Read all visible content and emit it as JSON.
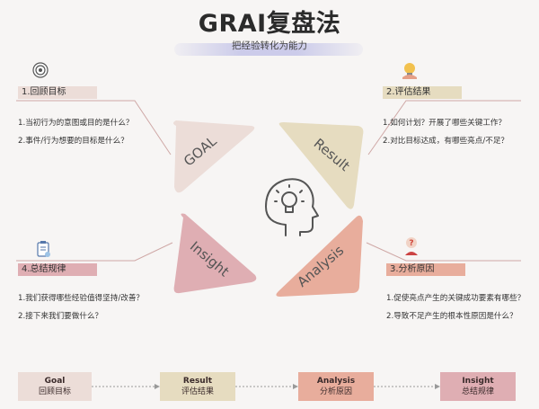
{
  "title": "GRAI复盘法",
  "subtitle": "把经验转化为能力",
  "sections": [
    {
      "label": "1.回顾目标",
      "tri": "GOAL",
      "questions": [
        "1.当初行为的意图或目的是什么？",
        "2.事件/行为想要的目标是什么？"
      ]
    },
    {
      "label": "2.评估结果",
      "tri": "Result",
      "questions": [
        "1.如何计划？开展了哪些关键工作？",
        "2.对比目标达成，有哪些亮点/不足？"
      ]
    },
    {
      "label": "3.分析原因",
      "tri": "Analysis",
      "questions": [
        "1.促使亮点产生的关键成功要素有哪些？",
        "2.导致不足产生的根本性原因是什么？"
      ]
    },
    {
      "label": "4.总结规律",
      "tri": "Insight",
      "questions": [
        "1.我们获得哪些经验值得坚持/改善？",
        "2.接下来我们要做什么？"
      ]
    }
  ],
  "flow": [
    {
      "en": "Goal",
      "zh": "回顾目标"
    },
    {
      "en": "Result",
      "zh": "评估结果"
    },
    {
      "en": "Analysis",
      "zh": "分析原因"
    },
    {
      "en": "Insight",
      "zh": "总结规律"
    }
  ],
  "colors": {
    "goal": "#ecddd8",
    "result": "#e6dcc0",
    "analysis": "#e8ad9c",
    "insight": "#dfaeb3"
  },
  "icons": [
    "target-icon",
    "lightbulb-hand-icon",
    "question-person-icon",
    "clipboard-icon",
    "head-lightbulb-icon"
  ]
}
